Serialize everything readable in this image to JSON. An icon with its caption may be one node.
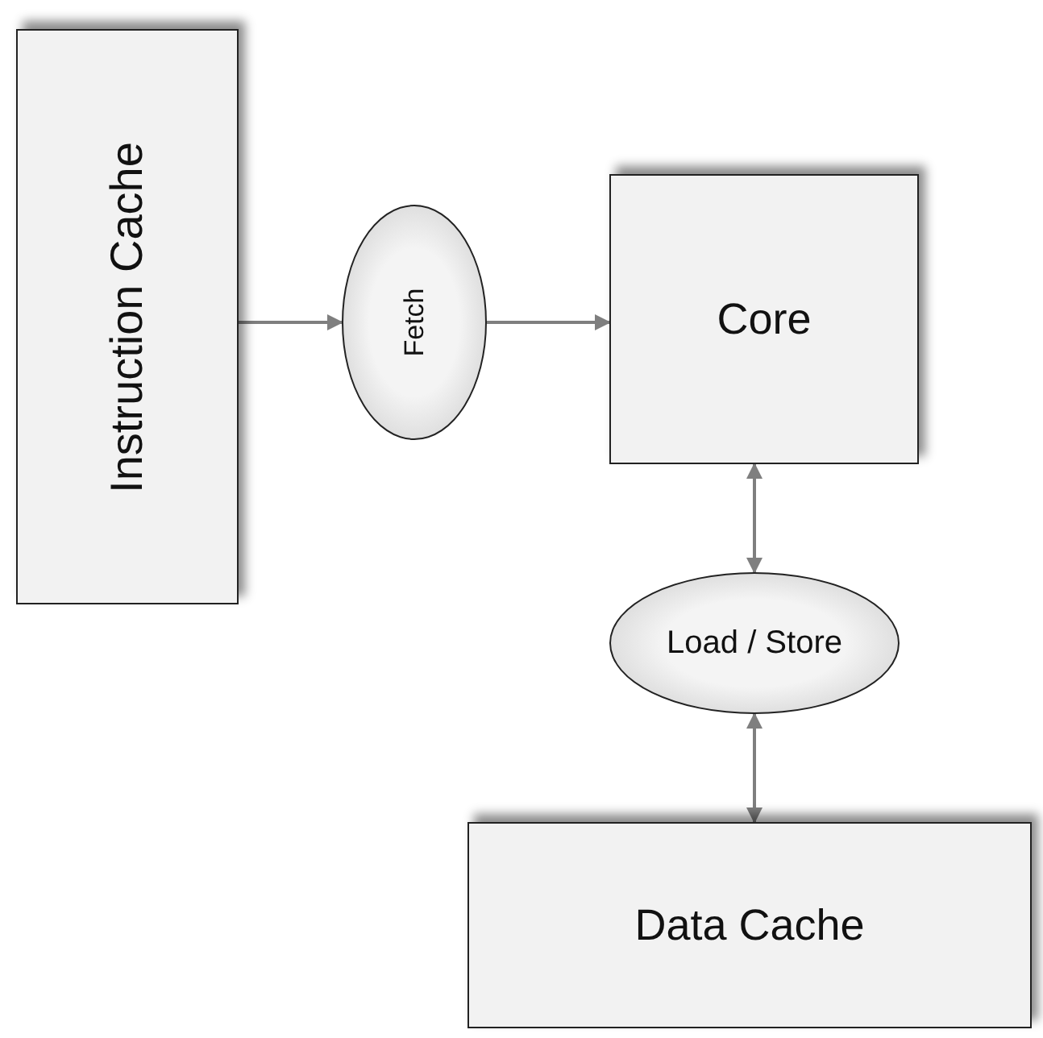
{
  "diagram": {
    "nodes": [
      {
        "text": [
          "Instruction Cache"
        ]
      },
      {
        "text": [
          "Fetch"
        ]
      },
      {
        "text": [
          "Core"
        ]
      },
      {
        "text": [
          "Load / Store"
        ]
      },
      {
        "text": [
          "Data Cache"
        ]
      }
    ],
    "edges": [
      {
        "from": 0,
        "to": 1,
        "arrow": "to"
      },
      {
        "from": 1,
        "to": 2,
        "arrow": "to"
      },
      {
        "from": 2,
        "to": 3,
        "arrow": "both"
      },
      {
        "from": 3,
        "to": 4,
        "arrow": "both"
      }
    ]
  }
}
